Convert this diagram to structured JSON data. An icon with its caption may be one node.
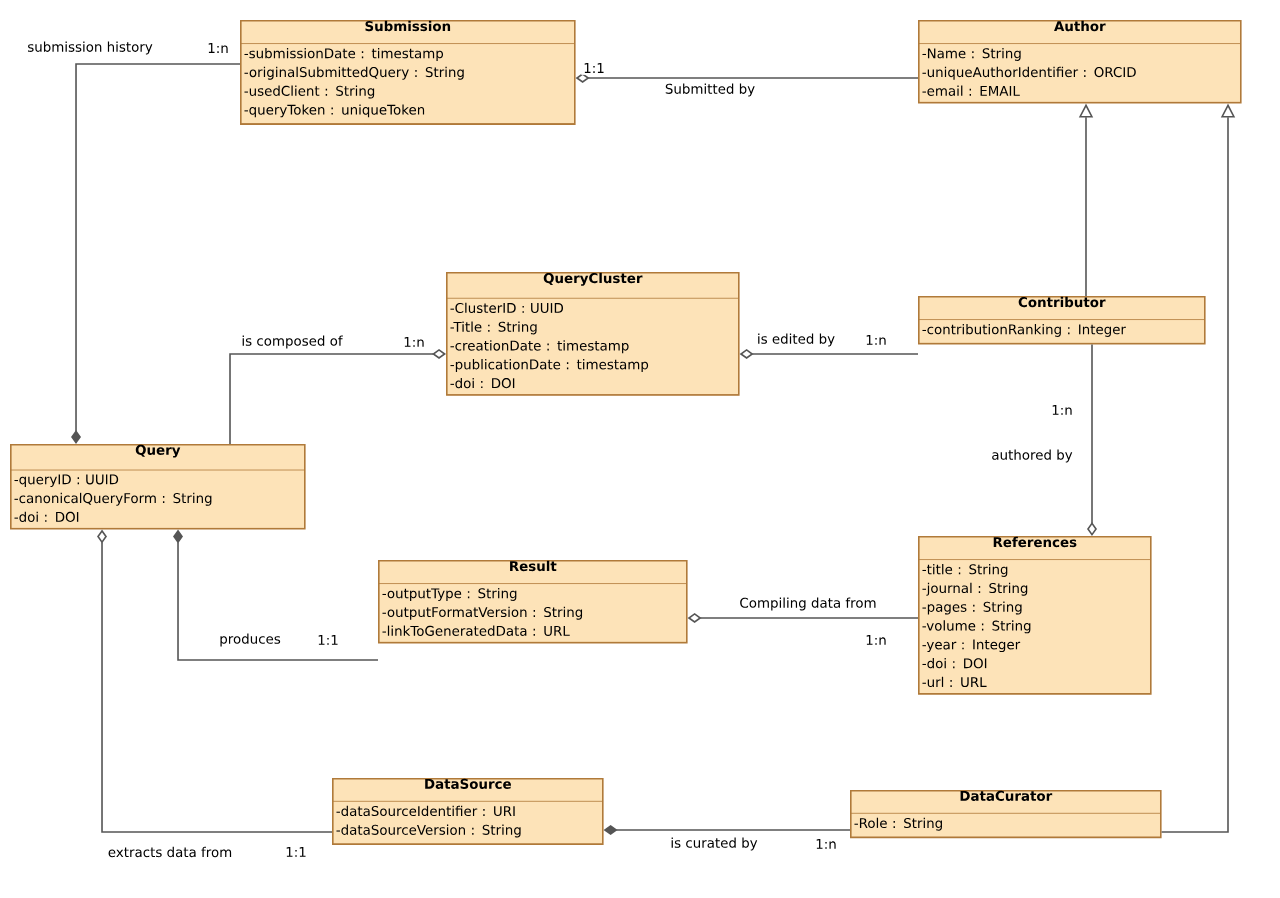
{
  "diagram": {
    "nodes": [
      {
        "text": [
          "Submission",
          "-submissionDate : timestamp",
          "-originalSubmittedQuery : String",
          "-usedClient : String",
          "-queryToken : uniqueToken"
        ]
      },
      {
        "text": [
          "Author",
          "-Name : String",
          "-uniqueAuthorIdentifier : ORCID",
          "-email : EMAIL"
        ]
      },
      {
        "text": [
          "QueryCluster",
          "-ClusterID : UUID",
          "-Title : String",
          "-creationDate : timestamp",
          "-publicationDate : timestamp",
          "-doi : DOI"
        ]
      },
      {
        "text": [
          "Contributor",
          "-contributionRanking : Integer"
        ]
      },
      {
        "text": [
          "Query",
          "-queryID : UUID",
          "-canonicalQueryForm : String",
          "-doi : DOI"
        ]
      },
      {
        "text": [
          "Result",
          "-outputType : String",
          "-outputFormatVersion : String",
          "-linkToGeneratedData : URL"
        ]
      },
      {
        "text": [
          "References",
          "-title : String",
          "-journal : String",
          "-pages : String",
          "-volume : String",
          "-year : Integer",
          "-doi : DOI",
          "-url : URL"
        ]
      },
      {
        "text": [
          "DataSource",
          "-dataSourceIdentifier : URI",
          "-dataSourceVersion : String"
        ]
      },
      {
        "text": [
          "DataCurator",
          "-Role : String"
        ]
      }
    ],
    "edges": [
      {
        "from": 4,
        "to": 0,
        "arrow": "other",
        "label": "submission history"
      },
      {
        "from": 0,
        "to": 1,
        "arrow": "other",
        "label": "Submitted by"
      },
      {
        "from": 2,
        "to": 4,
        "arrow": "other",
        "label": "is composed of"
      },
      {
        "from": 2,
        "to": 3,
        "arrow": "other",
        "label": "is edited by"
      },
      {
        "from": 3,
        "to": 1,
        "arrow": "to"
      },
      {
        "from": 8,
        "to": 1,
        "arrow": "to"
      },
      {
        "from": 6,
        "to": 3,
        "arrow": "other",
        "label": "authored by"
      },
      {
        "from": 4,
        "to": 5,
        "arrow": "other",
        "label": "produces"
      },
      {
        "from": 5,
        "to": 6,
        "arrow": "other",
        "label": "Compiling data from"
      },
      {
        "from": 4,
        "to": 7,
        "arrow": "other",
        "label": "extracts data from"
      },
      {
        "from": 7,
        "to": 8,
        "arrow": "other",
        "label": "is curated by"
      }
    ],
    "labels": [
      "1:n",
      "1:1",
      "1:n",
      "1:n",
      "1:n",
      "1:1",
      "1:n",
      "1:1",
      "1:n"
    ]
  }
}
